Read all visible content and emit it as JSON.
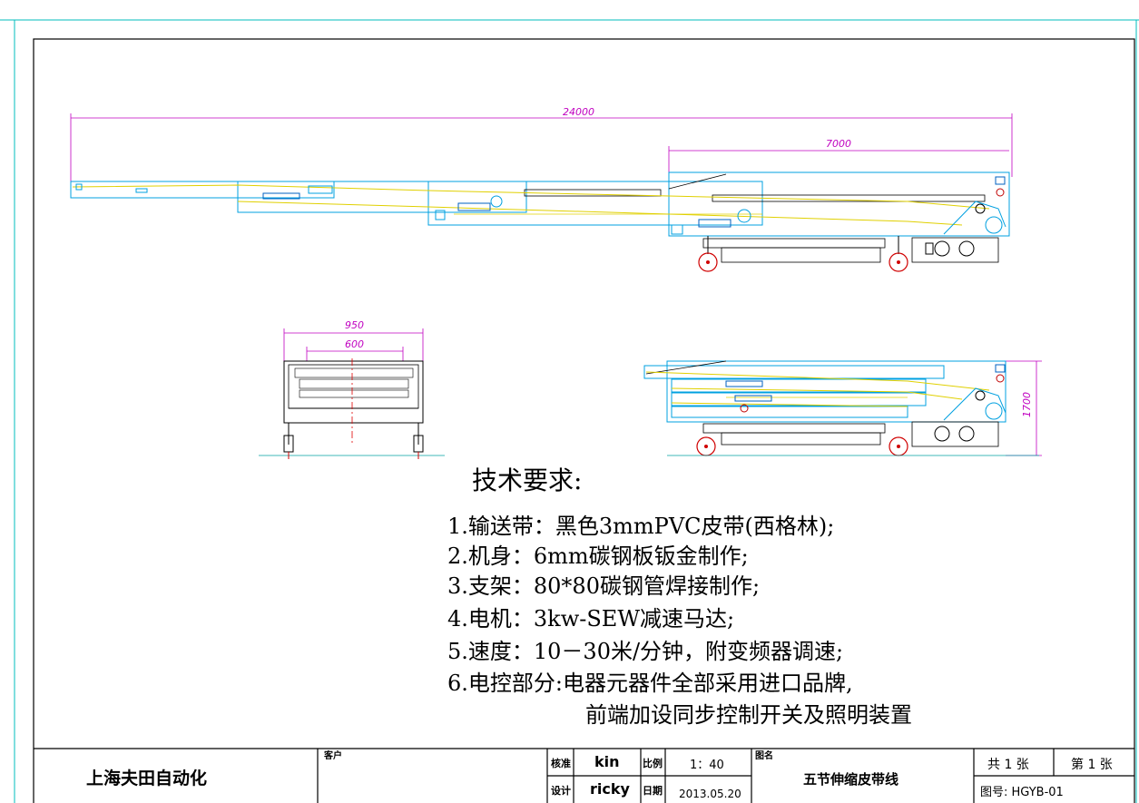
{
  "dimensions": {
    "total_length": "24000",
    "base_length": "7000",
    "width_outer": "950",
    "width_inner": "600",
    "height": "1700"
  },
  "requirements": {
    "title": "技术要求:",
    "items": [
      "1.输送带：黑色3mmPVC皮带(西格林);",
      "2.机身：6mm碳钢板钣金制作;",
      "3.支架：80*80碳钢管焊接制作;",
      "4.电机：3kw-SEW减速马达;",
      "5.速度：10－30米/分钟，附变频器调速;",
      "6.电控部分:电器元器件全部采用进口品牌,",
      "前端加设同步控制开关及照明装置"
    ]
  },
  "title_block": {
    "company": "上海夫田自动化",
    "client_label": "客户",
    "approve_label": "核准",
    "approve_value": "kin",
    "design_label": "设计",
    "design_value": "ricky",
    "scale_label": "比例",
    "scale_value": "1：40",
    "date_label": "日期",
    "date_value": "2013.05.20",
    "drawing_name_label": "图名",
    "drawing_name": "五节伸缩皮带线",
    "total_sheets": "共 1 张",
    "sheet_no": "第 1 张",
    "drawing_no": "图号: HGYB-01"
  },
  "colors": {
    "frame": "#00bcbc",
    "border": "#000000",
    "outline": "#00a0e0",
    "belt": "#e0d000",
    "dimension": "#c000c0",
    "wheel": "#d00000",
    "centerline": "#e00000"
  }
}
